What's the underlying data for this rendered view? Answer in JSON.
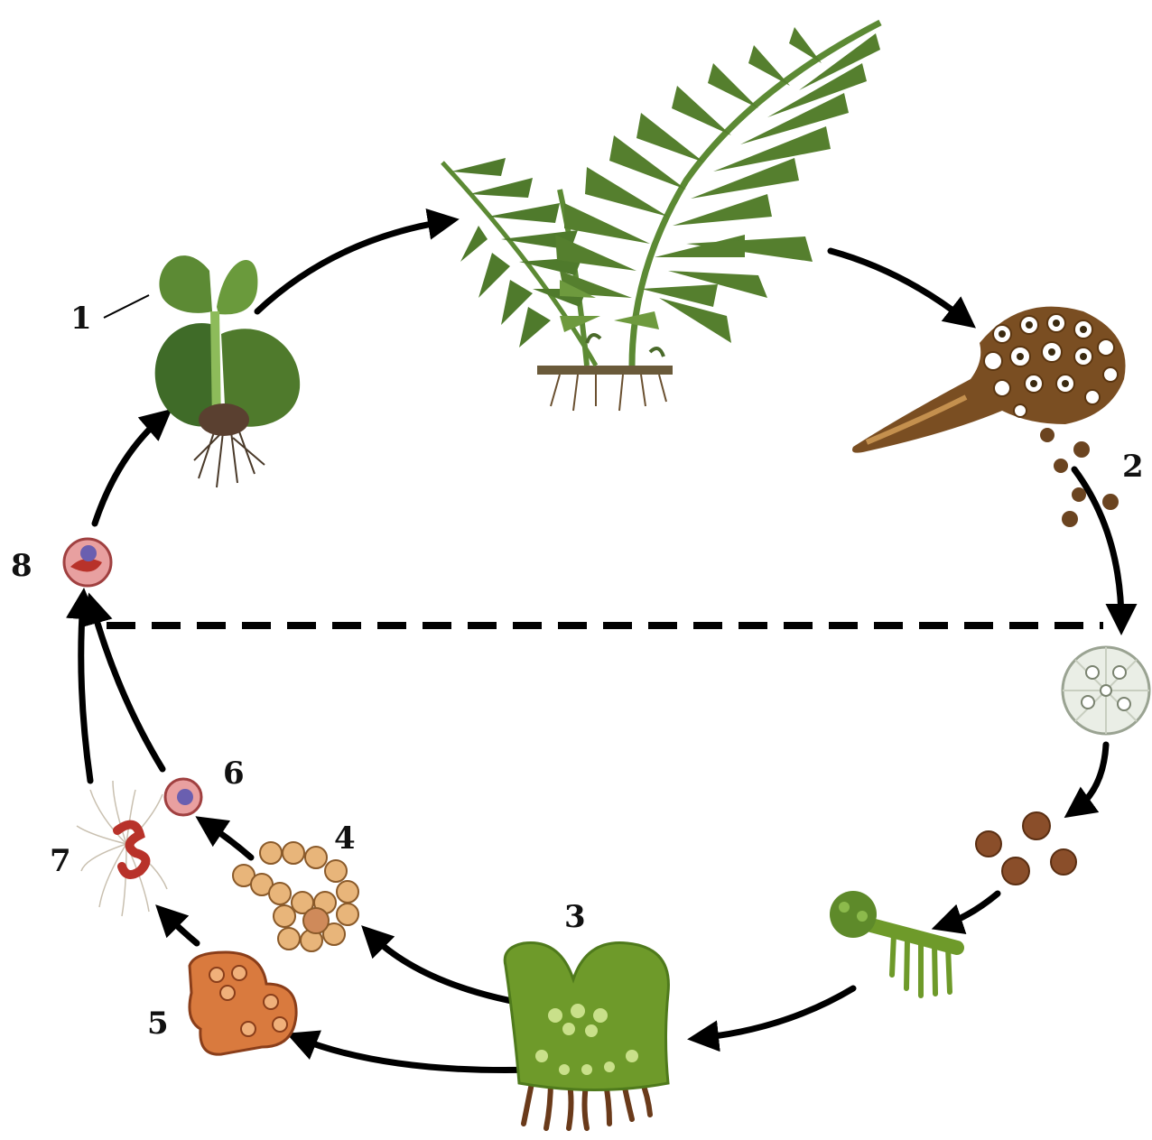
{
  "diagram": {
    "labels": {
      "one": "1",
      "two": "2",
      "three": "3",
      "four": "4",
      "five": "5",
      "six": "6",
      "seven": "7",
      "eight": "8"
    },
    "colors": {
      "fern_green": "#4f7a2c",
      "fern_light": "#7aa04a",
      "moss_green": "#6e9a2a",
      "sorus_brown": "#7a4e22",
      "spore_brown": "#6b4420",
      "cell_orange": "#d9a06a",
      "zygote_red": "#b8322a",
      "zygote_blue": "#5a5fb0",
      "arrow": "#000000"
    },
    "icons": [
      "sporophyte-fern",
      "young-sporophyte",
      "sorus",
      "spores",
      "sporangium-cross-section",
      "protonema",
      "prothallus",
      "archegonium",
      "antheridium",
      "egg-cell",
      "sperm",
      "zygote"
    ]
  }
}
